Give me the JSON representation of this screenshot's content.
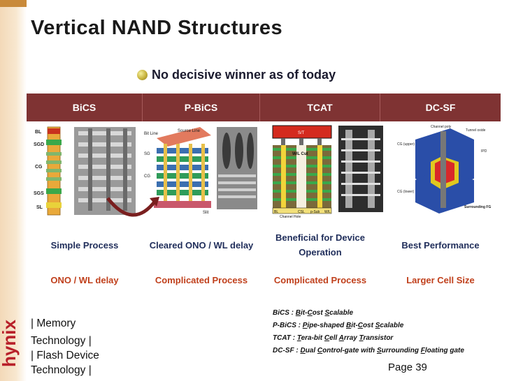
{
  "title": "Vertical NAND Structures",
  "subtitle": "No decisive winner as of today",
  "columns": [
    "BiCS",
    "P-BiCS",
    "TCAT",
    "DC-SF"
  ],
  "pros": [
    "Simple Process",
    "Cleared ONO / WL delay",
    "Beneficial for Device Operation",
    "Best Performance"
  ],
  "cons": [
    "ONO / WL delay",
    "Complicated Process",
    "Complicated Process",
    "Larger Cell Size"
  ],
  "figure_labels": {
    "bics": [
      "BL",
      "SGD",
      "CG",
      "SGS",
      "SL"
    ],
    "pbics": [
      "Bit Line",
      "Source Line",
      "SG",
      "CG",
      "Slit"
    ],
    "tcat": [
      "S/T",
      "W/L Cut",
      "Channel Hole",
      "BL",
      "CSL",
      "p-Sub",
      "W/L"
    ],
    "dcsf": [
      "Channel poly",
      "Tunnel oxide",
      "CG (upper)",
      "IPD",
      "CG (lower)",
      "Surrounding FG"
    ]
  },
  "legend": [
    {
      "abbr": "BiCS",
      "words": [
        [
          "B",
          "it-"
        ],
        [
          "C",
          "ost "
        ],
        [
          "S",
          "calable"
        ]
      ]
    },
    {
      "abbr": "P-BiCS",
      "words": [
        [
          "P",
          "ipe-shaped "
        ],
        [
          "B",
          "it-"
        ],
        [
          "C",
          "ost "
        ],
        [
          "S",
          "calable"
        ]
      ]
    },
    {
      "abbr": "TCAT",
      "words": [
        [
          "T",
          "era-bit "
        ],
        [
          "C",
          "ell "
        ],
        [
          "A",
          "rray "
        ],
        [
          "T",
          "ransistor"
        ]
      ]
    },
    {
      "abbr": "DC-SF",
      "words": [
        [
          "D",
          "ual "
        ],
        [
          "C",
          "ontrol-gate with "
        ],
        [
          "S",
          "urrounding "
        ],
        [
          "F",
          "loating gate"
        ]
      ]
    }
  ],
  "footer": {
    "line1": "| Memory",
    "line2": "Technology |",
    "line3": "| Flash Device",
    "line4": "Technology |"
  },
  "page": "Page  39",
  "brand": "hynix",
  "colors": {
    "header_bg": "#7f3333",
    "pros_text": "#1f2d5a",
    "cons_text": "#c0401c",
    "brand": "#b8202a"
  }
}
